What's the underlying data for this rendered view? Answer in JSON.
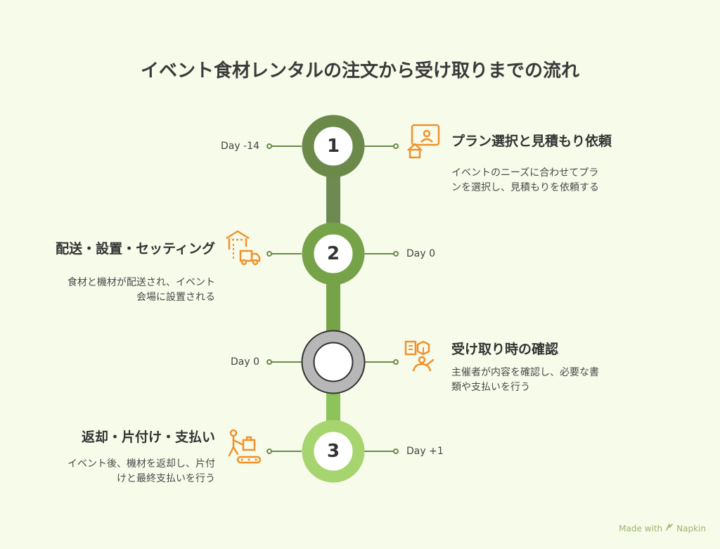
{
  "title": "イベント食材レンタルの注文から受け取りまでの流れ",
  "steps": [
    {
      "number": "1",
      "day": "Day -14",
      "title": "プラン選択と見積もり依頼",
      "description_line1": "イベントのニーズに合わせてプラ",
      "description_line2": "ンを選択し、見積もりを依頼する",
      "icon": "plan-selection-icon",
      "ring_color": "#6b8a4a"
    },
    {
      "number": "2",
      "day": "Day 0",
      "title": "配送・設置・セッティング",
      "description_line1": "食材と機材が配送され、イベント",
      "description_line2": "会場に設置される",
      "icon": "delivery-truck-icon",
      "ring_color": "#76a347"
    },
    {
      "number": "",
      "day": "Day 0",
      "title": "受け取り時の確認",
      "description_line1": "主催者が内容を確認し、必要な書",
      "description_line2": "類や支払いを行う",
      "icon": "receipt-check-icon",
      "ring_color": "#b7b7b7"
    },
    {
      "number": "3",
      "day": "Day +1",
      "title": "返却・片付け・支払い",
      "description_line1": "イベント後、機材を返却し、片付",
      "description_line2": "けと最終支払いを行う",
      "icon": "return-conveyor-icon",
      "ring_color": "#a6d46e"
    }
  ],
  "colors": {
    "accent_icon": "#f0922b",
    "background": "#f7fbea",
    "connector": "#6e8a52"
  },
  "footer": {
    "made_with": "Made with",
    "brand": "Napkin"
  }
}
